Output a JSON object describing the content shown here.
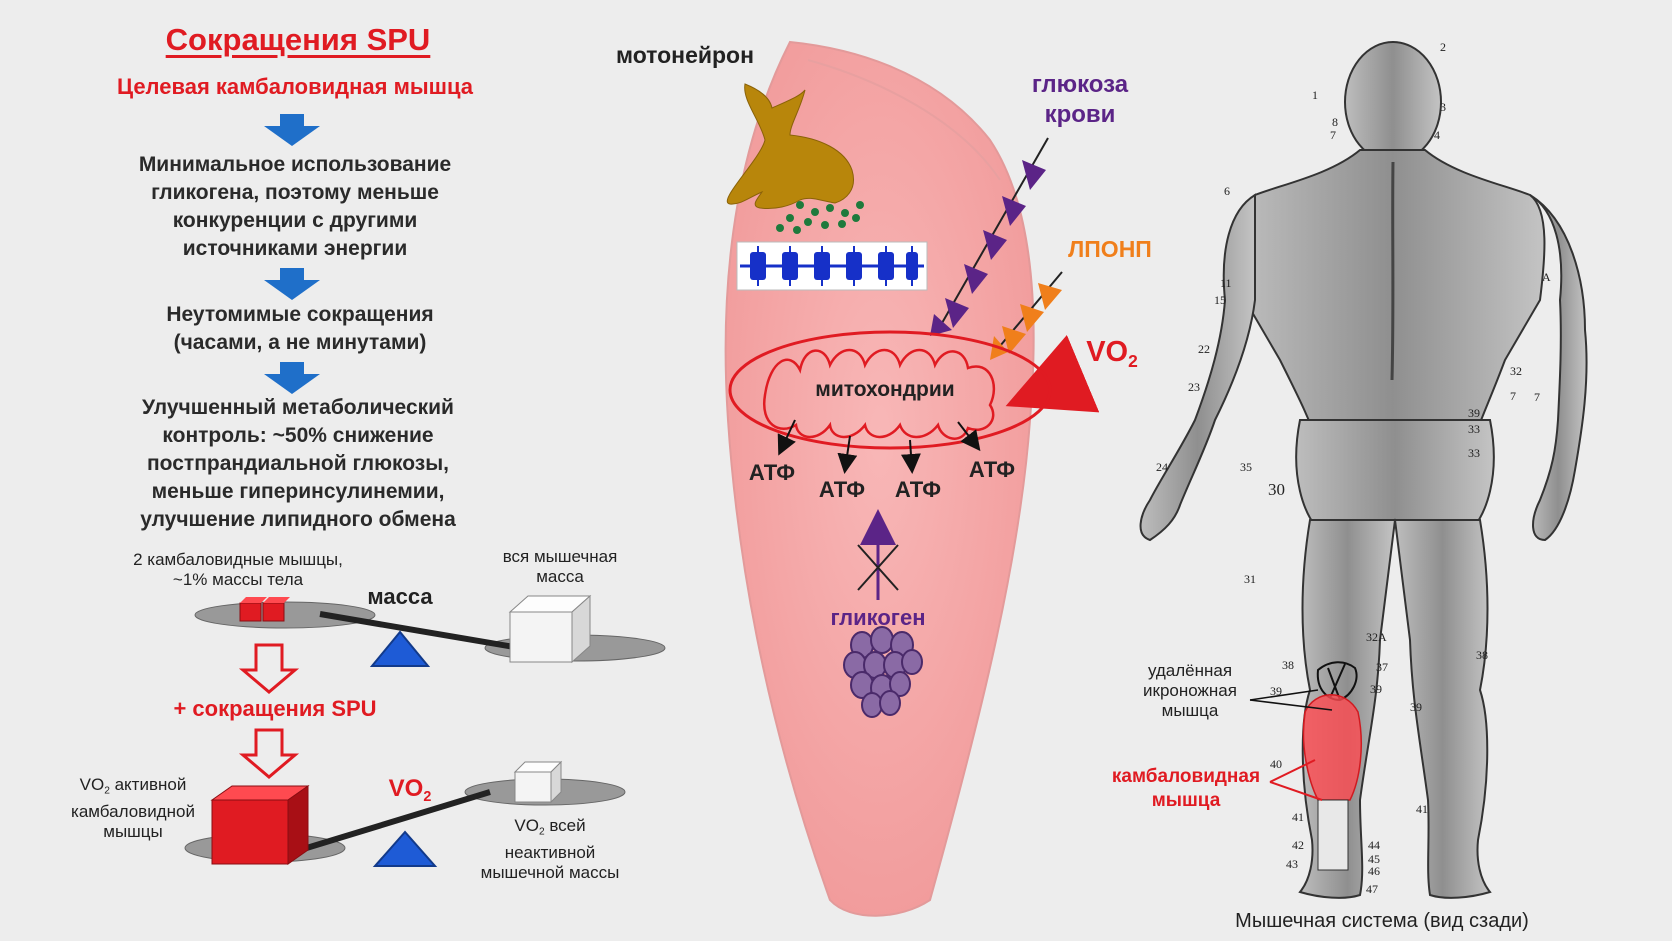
{
  "left": {
    "title": "Сокращения SPU",
    "subtitle": "Целевая камбаловидная мышца",
    "steps": [
      "Минимальное использование гликогена, поэтому меньше конкуренции с другими источниками энергии",
      "Неутомимые сокращения (часами, а не минутами)",
      "Улучшенный метаболический контроль: ~50% снижение постпрандиальной глюкозы, меньше гиперинсулинемии, улучшение липидного обмена"
    ],
    "balance_top": {
      "left_label": "2 камбаловидные мышцы, ~1% массы тела",
      "right_label": "вся мышечная масса",
      "center_label": "масса"
    },
    "plus_label": "+ сокращения SPU",
    "balance_bottom": {
      "left_label_main": "VO",
      "left_label_sub": "2",
      "left_label_rest": " активной камбаловидной мышцы",
      "center_main": "VO",
      "center_sub": "2",
      "right_label_main": "VO",
      "right_label_sub": "2",
      "right_label_rest": "  всей неактивной мышечной массы"
    }
  },
  "center": {
    "motoneuron": "мотонейрон",
    "glucose": "глюкоза крови",
    "lponp": "ЛПОНП",
    "vo2_main": "VO",
    "vo2_sub": "2",
    "mitochondria": "митохондрии",
    "atp": [
      "АТФ",
      "АТФ",
      "АТФ",
      "АТФ"
    ],
    "glycogen": "гликоген"
  },
  "right": {
    "removed_calf": "удалённая икроножная мышца",
    "soleus": "камбаловидная мышца",
    "caption": "Мышечная система (вид сзади)",
    "numbers": [
      "1",
      "2",
      "3",
      "4",
      "6",
      "7",
      "8",
      "7",
      "11",
      "15",
      "22",
      "23",
      "24",
      "30",
      "31",
      "38",
      "39",
      "40",
      "41",
      "42",
      "43",
      "44",
      "45",
      "46",
      "47",
      "A",
      "32",
      "7",
      "39",
      "33",
      "33",
      "32A",
      "37",
      "38",
      "39",
      "41",
      "35",
      "39"
    ]
  },
  "colors": {
    "red": "#e01b22",
    "blue_arrow": "#1f6fc9",
    "purple": "#5b2487",
    "orange": "#f07f1b",
    "muscle_pink": "#f6a9a9",
    "neuron_gold": "#b8860b",
    "balance_blue": "#1e5bd6"
  }
}
